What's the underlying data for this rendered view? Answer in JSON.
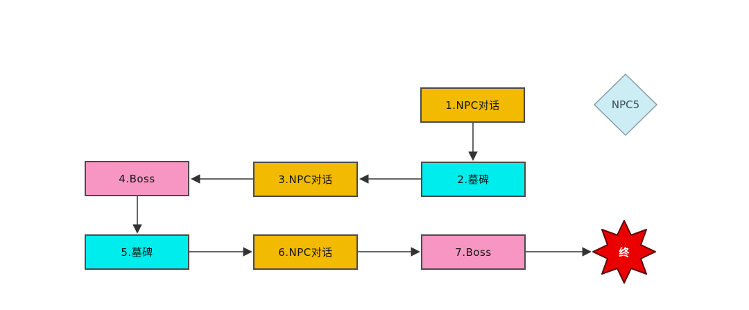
{
  "diagram": {
    "background": "#ffffff",
    "nodes": [
      {
        "id": "step1",
        "label": "1.NPC对话",
        "shape": "rect",
        "color": "#f2ba00"
      },
      {
        "id": "step2",
        "label": "2.墓碑",
        "shape": "rect",
        "color": "#00eded"
      },
      {
        "id": "step3",
        "label": "3.NPC对话",
        "shape": "rect",
        "color": "#f2ba00"
      },
      {
        "id": "step4",
        "label": "4.Boss",
        "shape": "rect",
        "color": "#f796c3"
      },
      {
        "id": "step5",
        "label": "5.墓碑",
        "shape": "rect",
        "color": "#00eded"
      },
      {
        "id": "step6",
        "label": "6.NPC对话",
        "shape": "rect",
        "color": "#f2ba00"
      },
      {
        "id": "step7",
        "label": "7.Boss",
        "shape": "rect",
        "color": "#f796c3"
      },
      {
        "id": "npc5",
        "label": "NPC5",
        "shape": "diamond",
        "color": "#cbedf3"
      },
      {
        "id": "end",
        "label": "终",
        "shape": "star",
        "color": "#eb0000"
      }
    ],
    "edges": [
      {
        "from": "step1",
        "to": "step2"
      },
      {
        "from": "step2",
        "to": "step3"
      },
      {
        "from": "step3",
        "to": "step4"
      },
      {
        "from": "step4",
        "to": "step5"
      },
      {
        "from": "step5",
        "to": "step6"
      },
      {
        "from": "step6",
        "to": "step7"
      },
      {
        "from": "step7",
        "to": "end"
      }
    ],
    "colors": {
      "node_border": "#4a4a4a",
      "arrow": "#333333",
      "diamond_border": "#8c9ca8",
      "star_border": "#5a0a0a",
      "text": "#141414",
      "diamond_text": "#3c4b57",
      "star_text": "#ffffff"
    }
  }
}
